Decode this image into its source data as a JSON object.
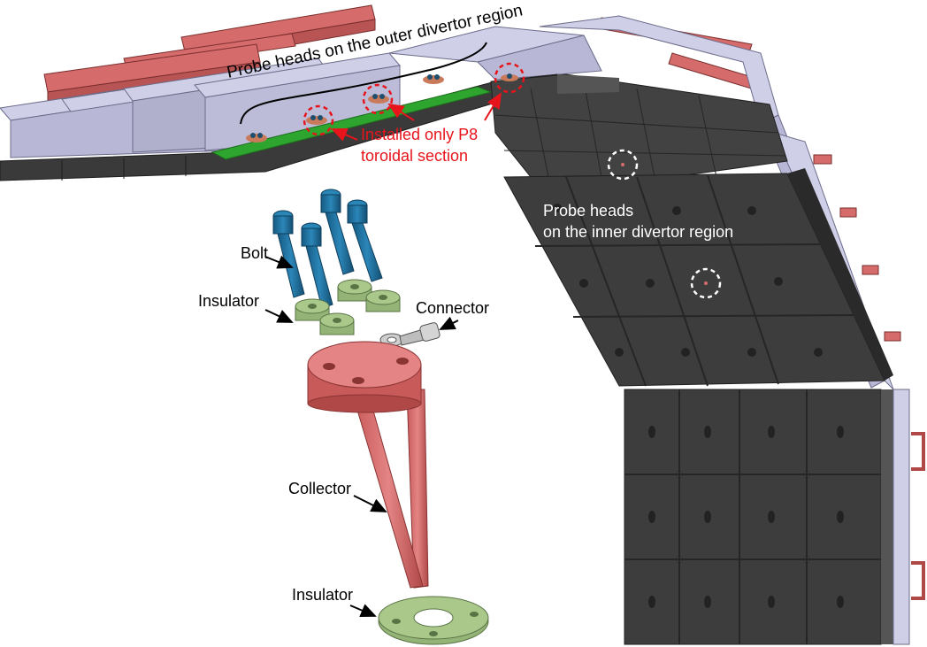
{
  "labels": {
    "outer_probe_heads": "Probe heads on the outer divertor region",
    "installed_line1": "Installed only P8",
    "installed_line2": "toroidal section",
    "inner_line1": "Probe heads",
    "inner_line2": "on the inner divertor region",
    "bolt": "Bolt",
    "insulator_top": "Insulator",
    "connector": "Connector",
    "collector": "Collector",
    "insulator_bottom": "Insulator"
  },
  "colors": {
    "tile": "#3d3d3d",
    "tile_edge": "#262626",
    "beam": "#b8b8d6",
    "rail": "#d66b6b",
    "green_pad": "#2ea52e",
    "bolt": "#1f6f9e",
    "insulator": "#a9c88a",
    "collector": "#d96f6f",
    "highlight_red": "#e8141c",
    "highlight_white": "#ffffff"
  }
}
